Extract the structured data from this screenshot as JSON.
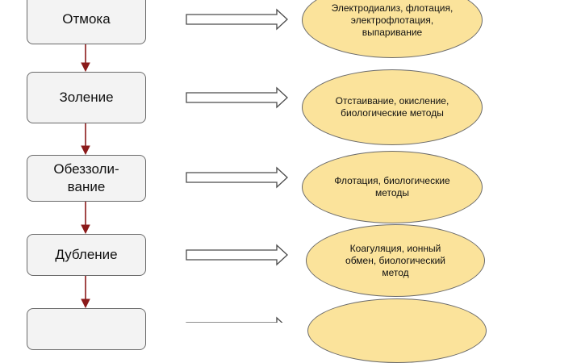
{
  "diagram": {
    "steps": [
      {
        "label": "Отмока",
        "methods": "Электродиализ, флотация, электрофлотация, выпаривание"
      },
      {
        "label": "Золение",
        "methods": "Отстаивание, окисление, биологические методы"
      },
      {
        "label": "Обеззоли-\nвание",
        "methods": "Флотация, биологические методы"
      },
      {
        "label": "Дубление",
        "methods": "Коагуляция, ионный обмен, биологический метод"
      },
      {
        "label": "",
        "methods": ""
      }
    ],
    "colors": {
      "step_fill": "#f3f3f3",
      "method_fill": "#fbe39b",
      "down_arrow": "#8b1a1a",
      "outline": "#6a6a6a"
    }
  }
}
